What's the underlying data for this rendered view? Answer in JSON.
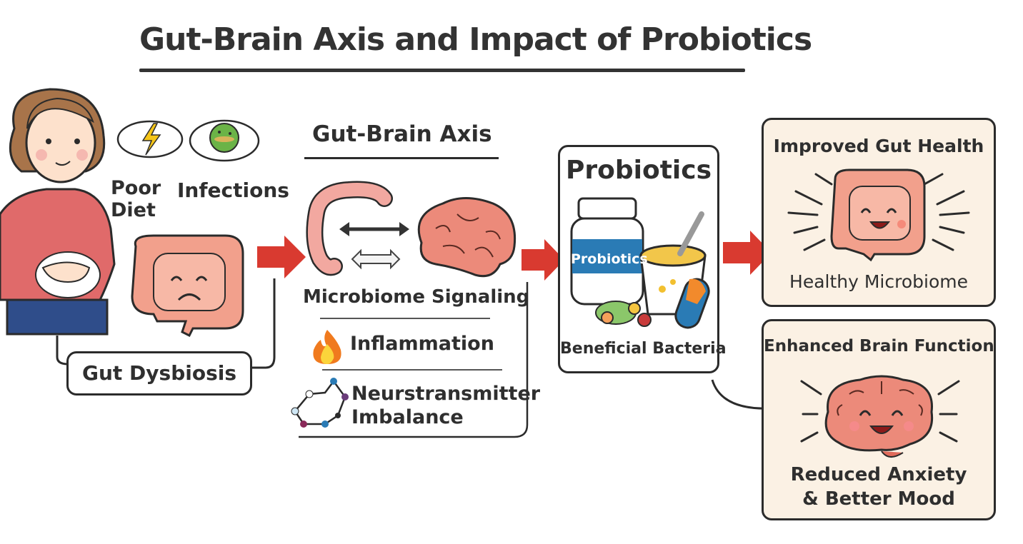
{
  "title": "Gut-Brain Axis and Impact of Probiotics",
  "causes": {
    "poor_diet_line1": "Poor",
    "poor_diet_line2": "Diet",
    "infections": "Infections",
    "dysbiosis": "Gut Dysbiosis"
  },
  "axis": {
    "heading": "Gut-Brain Axis",
    "items": [
      {
        "label": "Microbiome Signaling",
        "icon": "gut-brain-arrows-icon"
      },
      {
        "label": "Inflammation",
        "icon": "fire-icon"
      },
      {
        "label_line1": "Neurstransmitter",
        "label_line2": "Imbalance",
        "icon": "molecule-icon"
      }
    ]
  },
  "probiotics": {
    "heading": "Probiotics",
    "jar_label": "Probiotics",
    "caption": "Beneficial Bacteria"
  },
  "outcomes": [
    {
      "heading": "Improved Gut Health",
      "caption": "Healthy Microbiome"
    },
    {
      "heading": "Enhanced Brain Function",
      "caption_line1": "Reduced Anxiety",
      "caption_line2": "& Better Mood"
    }
  ],
  "colors": {
    "arrow_red": "#d93a30",
    "gut_pink": "#f2a08c",
    "brain_pink": "#ec8a7a",
    "cream": "#fbf1e4",
    "ink": "#2b2b2b",
    "jar_blue": "#2a7bb5"
  }
}
